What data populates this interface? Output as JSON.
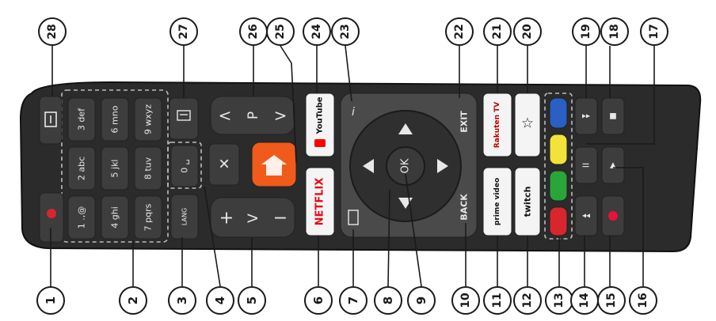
{
  "callouts": {
    "c1": "1",
    "c2": "2",
    "c3": "3",
    "c4": "4",
    "c5": "5",
    "c6": "6",
    "c7": "7",
    "c8": "8",
    "c9": "9",
    "c10": "10",
    "c11": "11",
    "c12": "12",
    "c13": "13",
    "c14": "14",
    "c15": "15",
    "c16": "16",
    "c17": "17",
    "c18": "18",
    "c19": "19",
    "c20": "20",
    "c21": "21",
    "c22": "22",
    "c23": "23",
    "c24": "24",
    "c25": "25",
    "c26": "26",
    "c27": "27",
    "c28": "28"
  },
  "keys": {
    "num3": "3 def",
    "num6": "6 mno",
    "num9": "9 wxyz",
    "num2": "2 abc",
    "num5": "5 jkl",
    "num8": "8 tuv",
    "num1": "1 .,@",
    "num4": "4 ghi",
    "num7": "7 pqrs",
    "num0": "0 ␣",
    "lang": "LANG",
    "p_label": "P",
    "p_up": "<",
    "p_down": ">",
    "vol_plus": "+",
    "vol_label": "V",
    "vol_minus": "−",
    "youtube": "YouTube",
    "netflix": "NETFLIX",
    "ok": "OK",
    "exit": "EXIT",
    "back": "BACK",
    "rakuten": "Rakuten TV",
    "prime": "prime video",
    "twitch": "twitch",
    "ffwd": "▸▸",
    "stop": "■",
    "pause": "II",
    "play": "▶",
    "rew": "◂◂"
  },
  "colors": {
    "body": "#2b2b2b",
    "button": "#3d3d3d",
    "red_key": "#d8262f",
    "green_key": "#2aa53a",
    "yellow_key": "#f2e33a",
    "blue_key": "#2a5fc4",
    "orange_key": "#f05a1a",
    "netflix_red": "#e50914",
    "youtube_red": "#ff0000",
    "rec_red": "#e8123a"
  },
  "icons": [
    "power-icon",
    "source-icon",
    "text-icon",
    "mute-icon",
    "home-icon",
    "info-icon",
    "subtitle-icon",
    "favourites-icon",
    "arrow-up-icon",
    "arrow-down-icon",
    "arrow-left-icon",
    "arrow-right-icon",
    "record-icon"
  ]
}
